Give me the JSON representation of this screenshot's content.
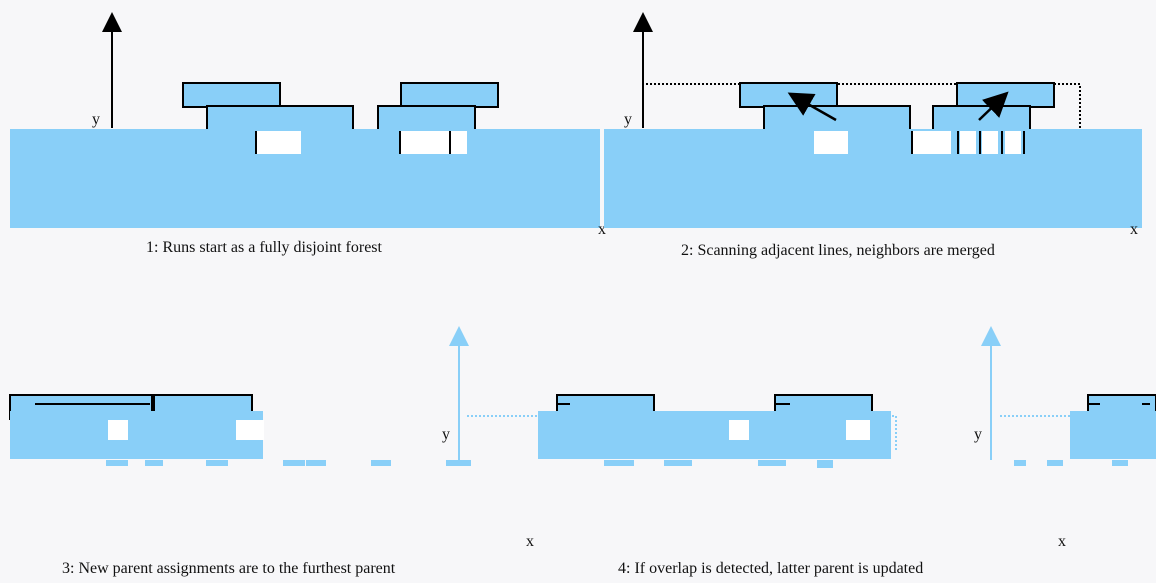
{
  "panels": [
    {
      "axis_x": "x",
      "axis_y": "y",
      "caption": "1: Runs start as a fully disjoint forest"
    },
    {
      "axis_x": "x",
      "axis_y": "y",
      "caption": "2: Scanning adjacent lines, neighbors are merged"
    },
    {
      "axis_x": "x",
      "axis_y": "y",
      "caption": "3: New parent assignments are to the furthest parent"
    },
    {
      "axis_x": "x",
      "axis_y": "y",
      "caption": "4: If overlap is detected, latter parent is updated"
    }
  ],
  "colors": {
    "run_fill": "#89cff8",
    "outline": "#000000",
    "background": "#f7f7f9"
  }
}
